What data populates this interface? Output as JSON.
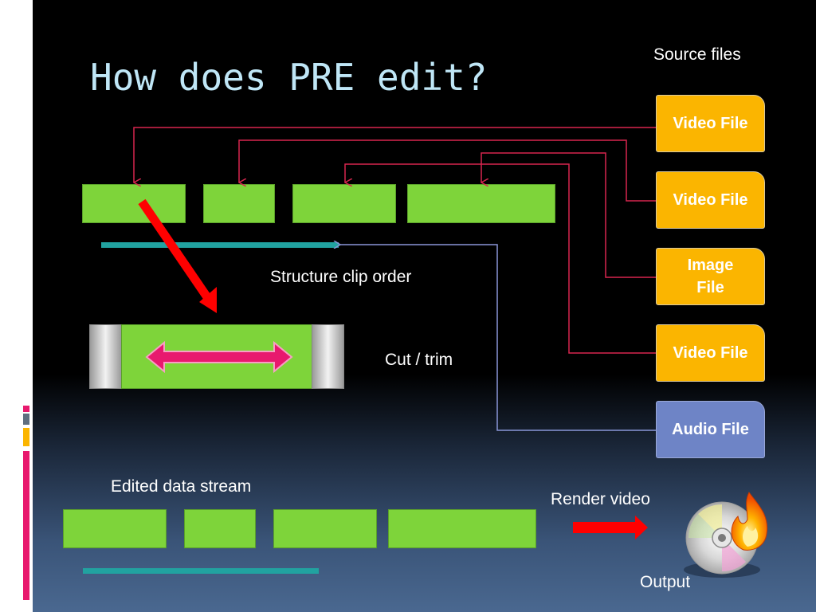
{
  "slide": {
    "title": "How does PRE edit?"
  },
  "labels": {
    "source_files": "Source files",
    "structure_clip_order": "Structure clip  order",
    "cut_trim": "Cut / trim",
    "edited_data_stream": "Edited data stream",
    "render_video": "Render video",
    "output": "Output"
  },
  "source_files": [
    {
      "label": "Video File",
      "kind": "video"
    },
    {
      "label": "Video File",
      "kind": "video"
    },
    {
      "label": "Image File",
      "kind": "image"
    },
    {
      "label": "Video File",
      "kind": "video"
    },
    {
      "label": "Audio File",
      "kind": "audio"
    }
  ],
  "colors": {
    "title": "#bfe6f6",
    "video_box": "#fbb500",
    "audio_box": "#6e84c6",
    "clip": "#7ed43a",
    "track": "#21a2a0",
    "connector_video": "#d8264f",
    "connector_audio": "#8a96d8",
    "arrow_red": "#ff0000",
    "arrow_pink": "#e8196e"
  },
  "icons": {
    "output": "cd-flame-icon"
  }
}
